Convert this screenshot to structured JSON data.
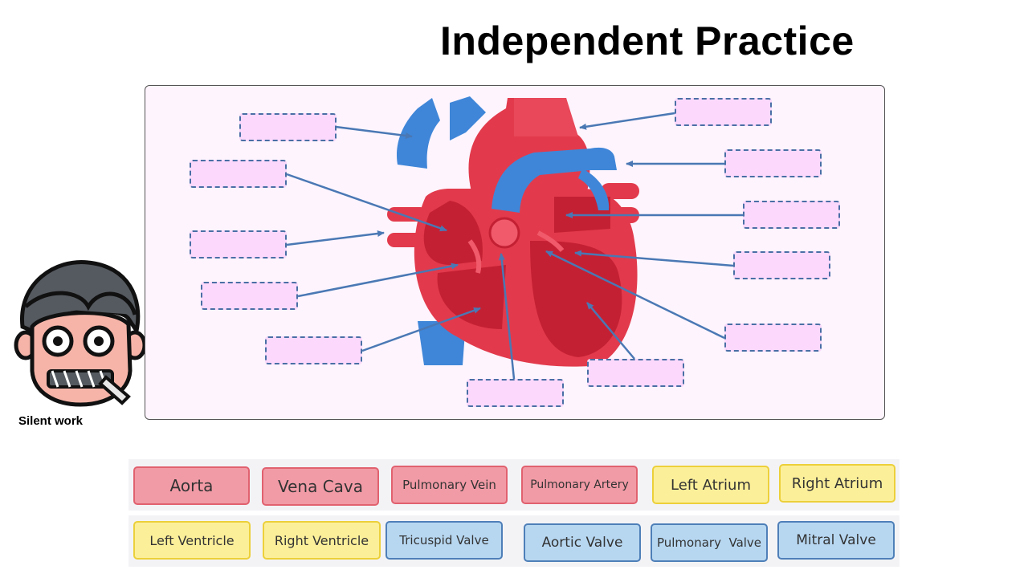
{
  "title": "Independent Practice",
  "mascot": {
    "icon": "zipped-mouth-boy-icon",
    "caption": "Silent work"
  },
  "colors": {
    "red_tile": "#f19ba6",
    "yellow_tile": "#fcef9a",
    "blue_tile": "#b7d7f1",
    "drop_box": "#fcd9fc",
    "arrow": "#4a78b4",
    "heart_red": "#e23a4c",
    "vessel_blue": "#3f86d8"
  },
  "word_bank": [
    {
      "label": "Aorta",
      "color": "red"
    },
    {
      "label": "Vena Cava",
      "color": "red"
    },
    {
      "label": "Pulmonary Vein",
      "color": "red"
    },
    {
      "label": "Pulmonary Artery",
      "color": "red"
    },
    {
      "label": "Left Atrium",
      "color": "yellow"
    },
    {
      "label": "Right Atrium",
      "color": "yellow"
    },
    {
      "label": "Left Ventricle",
      "color": "yellow"
    },
    {
      "label": "Right Ventricle",
      "color": "yellow"
    },
    {
      "label": "Tricuspid Valve",
      "color": "blue"
    },
    {
      "label": "Aortic Valve",
      "color": "blue"
    },
    {
      "label": "Pulmonary  Valve",
      "color": "blue"
    },
    {
      "label": "Mitral Valve",
      "color": "blue"
    }
  ]
}
